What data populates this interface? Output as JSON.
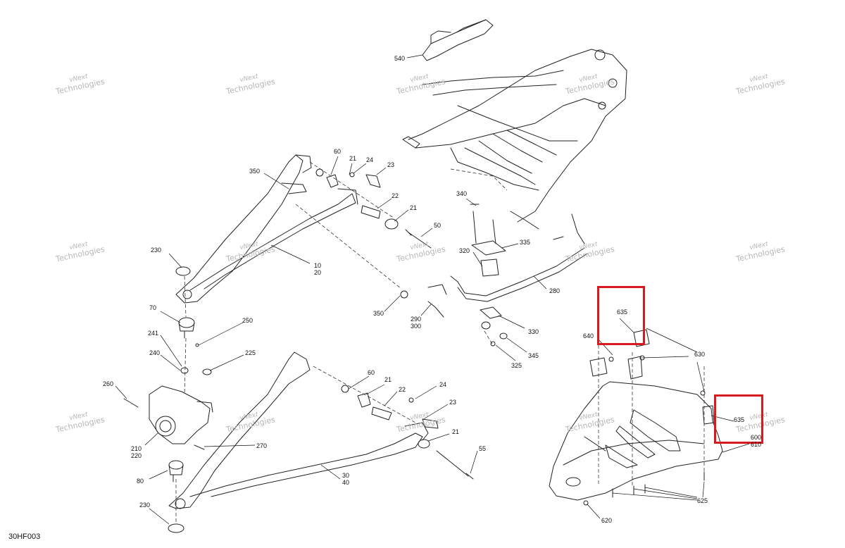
{
  "figure_code": "30HF003",
  "watermark": {
    "line1": "vNext",
    "line2": "Technologies"
  },
  "highlight_color": "#d71920",
  "callouts": {
    "c540": "540",
    "c60a": "60",
    "c21a": "21",
    "c24a": "24",
    "c23a": "23",
    "c350a": "350",
    "c22a": "22",
    "c21b": "21",
    "c50": "50",
    "c230a": "230",
    "c10": "10",
    "c20": "20",
    "c340": "340",
    "c335": "335",
    "c320": "320",
    "c280": "280",
    "c350b": "350",
    "c290": "290",
    "c300": "300",
    "c330": "330",
    "c345": "345",
    "c325": "325",
    "c70": "70",
    "c250": "250",
    "c241": "241",
    "c240": "240",
    "c225": "225",
    "c260": "260",
    "c210": "210",
    "c220": "220",
    "c270": "270",
    "c80": "80",
    "c230b": "230",
    "c60b": "60",
    "c21c": "21",
    "c22b": "22",
    "c24b": "24",
    "c23b": "23",
    "c21d": "21",
    "c55": "55",
    "c30": "30",
    "c40": "40",
    "c635a": "635",
    "c640": "640",
    "c630": "630",
    "c635b": "635",
    "c600": "600",
    "c610": "610",
    "c625": "625",
    "c620": "620"
  }
}
